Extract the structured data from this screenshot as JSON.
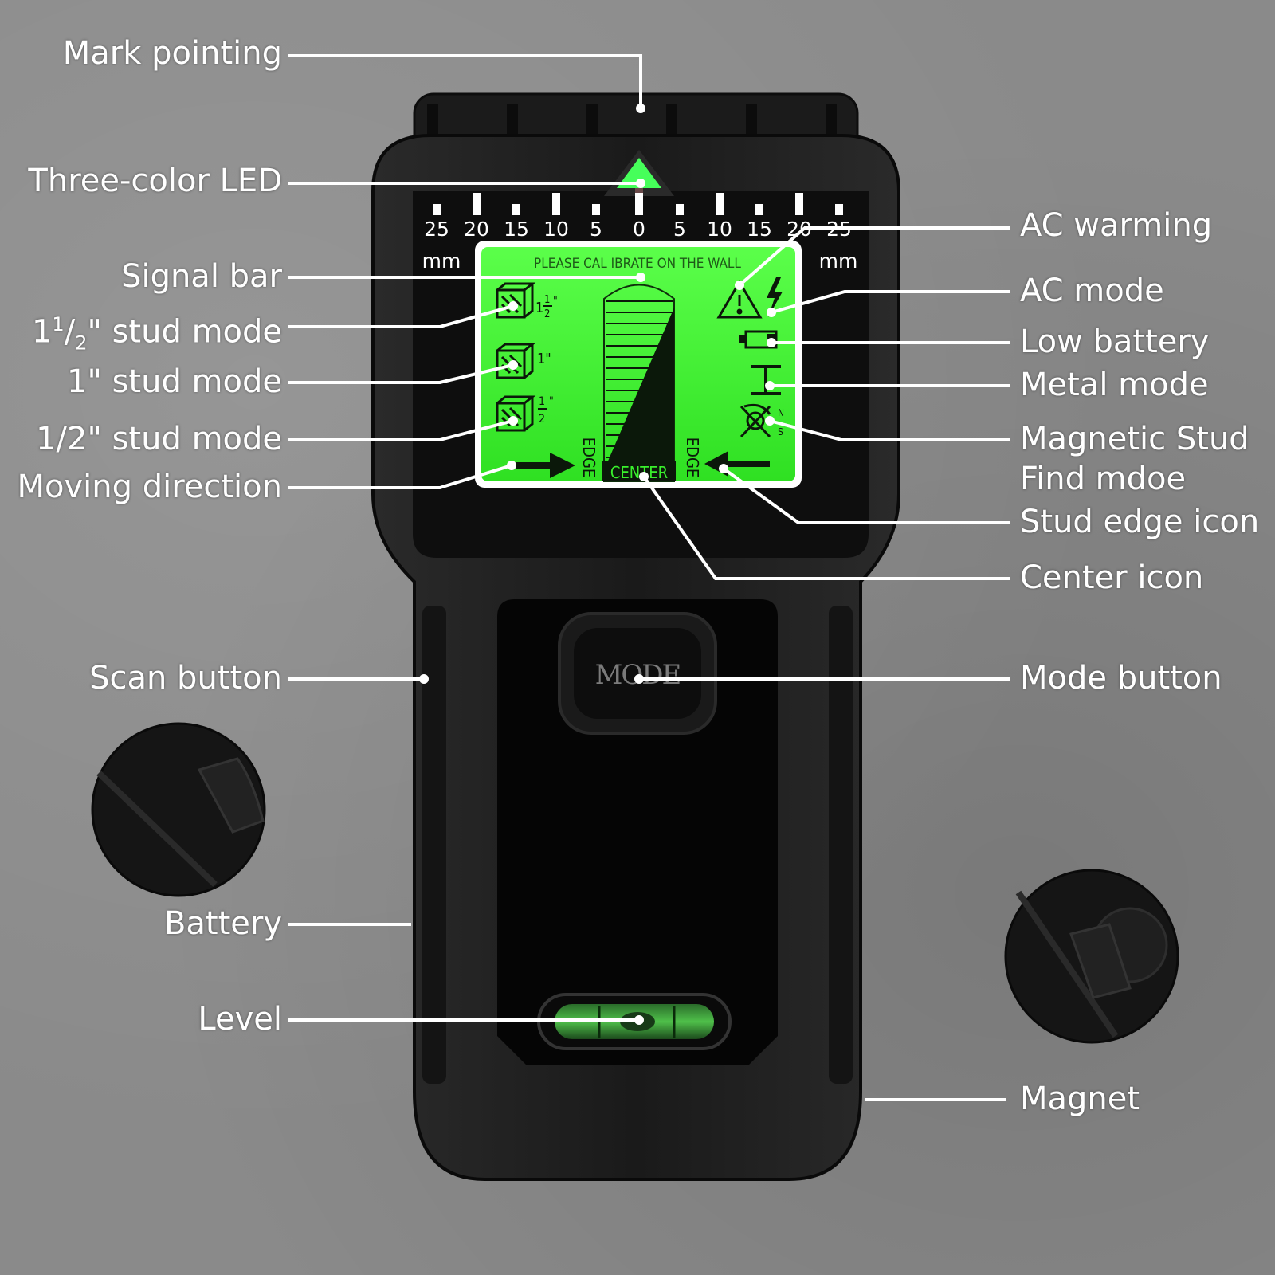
{
  "ruler": {
    "ticks_left": [
      "25",
      "20",
      "15",
      "10",
      "5",
      "0"
    ],
    "ticks_right": [
      "5",
      "10",
      "15",
      "20",
      "25"
    ],
    "unit": "mm"
  },
  "lcd": {
    "calibrate_text": "PLEASE CAL IBRATE ON THE WALL",
    "stud_1_5_whole": "1",
    "stud_1_5_num": "1",
    "stud_1_5_den": "2",
    "stud_1_5_inch": "\"",
    "stud_1_label": "1\"",
    "stud_half_num": "1",
    "stud_half_den": "2",
    "stud_half_inch": "\"",
    "edge_left": "EDGE",
    "edge_right": "EDGE",
    "center": "CENTER",
    "magnet_n": "N",
    "magnet_s": "S"
  },
  "mode_button": {
    "label": "MODE"
  },
  "callouts": {
    "mark_pointing": "Mark pointing",
    "three_color_led": "Three-color LED",
    "signal_bar": "Signal bar",
    "stud_1_5_whole": "1",
    "stud_1_5_num": "1",
    "stud_1_5_slash": "/",
    "stud_1_5_den": "2",
    "stud_1_5_rest": "\" stud mode",
    "stud_1": "1\" stud mode",
    "stud_half": "1/2\" stud mode",
    "moving_direction": "Moving direction",
    "scan_button": "Scan button",
    "battery": "Battery",
    "level": "Level",
    "ac_warming": "AC warming",
    "ac_mode": "AC mode",
    "low_battery": "Low battery",
    "metal_mode": "Metal mode",
    "magnetic_stud_line1": "Magnetic Stud",
    "magnetic_stud_line2": "Find mdoe",
    "stud_edge_icon": "Stud edge icon",
    "center_icon": "Center icon",
    "mode_button": "Mode button",
    "magnet": "Magnet"
  },
  "colors": {
    "lcd_green": "#39f02c",
    "device_body": "#1e1e1e",
    "led_green": "#46ff5a",
    "leader_white": "#ffffff"
  }
}
